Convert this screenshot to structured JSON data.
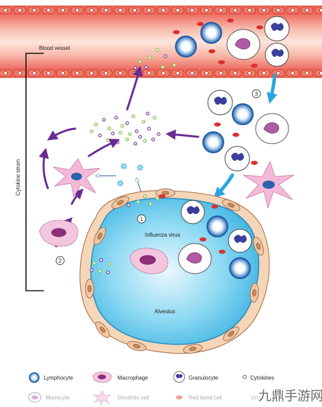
{
  "labels": {
    "blood_vessel": "Blood vessel",
    "cytokine_storm": "Cytokine strom",
    "influenza_virus": "Influenza virus",
    "alveolus": "Alveolus",
    "step_1": "1",
    "step_2": "2",
    "step_3": "3"
  },
  "legend": {
    "lymphocyte": "Lymphocyte",
    "macrophage": "Macrophage",
    "granulocyte": "Granulocyte",
    "cytokines": "Cytokines",
    "monocyte": "Monocyte",
    "dendritic_cell": "Dendritic cell",
    "red_blood_cell": "Red bood cell",
    "virus": "Virus"
  },
  "watermark": "九鼎手游网",
  "colors": {
    "vessel": "#e8473f",
    "vessel_light": "#fbd9cf",
    "alveolus_fill": "#5ec8ea",
    "alveolus_edge": "#2a8fbf",
    "macrophage": "#f3c6de",
    "nucleus": "#8a2f78",
    "lymphocyte_ring": "#1f5fa8",
    "granulocyte_nucleus": "#3a3f9c",
    "red_cell": "#d9312f",
    "arrow_purple": "#6a2c91",
    "arrow_blue": "#2aa5e0",
    "cytokine_green": "#7ac143",
    "cytokine_purple": "#7b3f9e"
  }
}
